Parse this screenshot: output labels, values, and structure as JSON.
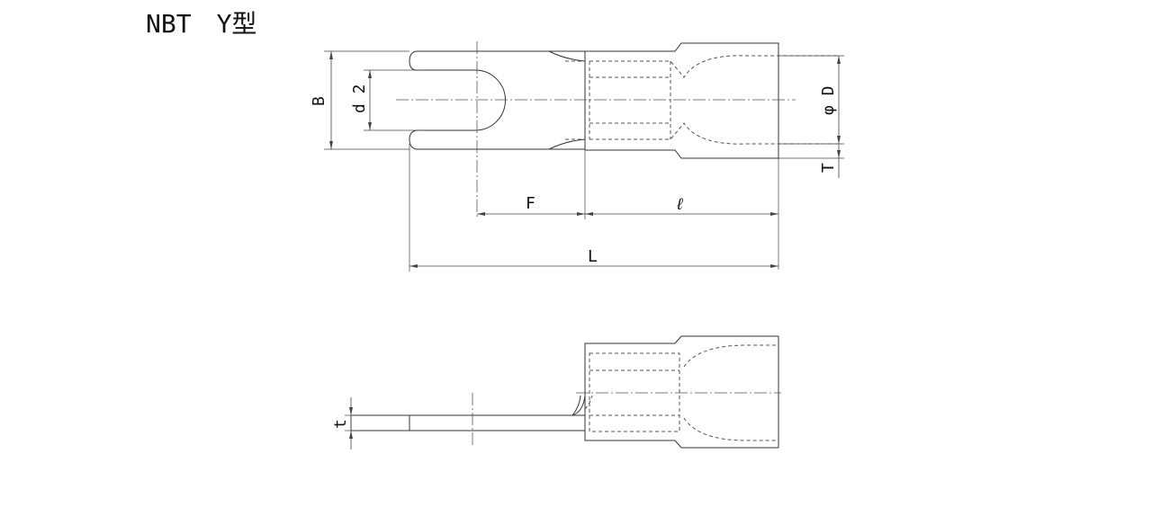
{
  "title": "NBT　Y型",
  "dimensions": {
    "B": "B",
    "d2": "d 2",
    "D": "φ D",
    "T": "T",
    "F": "F",
    "l": "ℓ",
    "L": "L",
    "t": "t"
  }
}
